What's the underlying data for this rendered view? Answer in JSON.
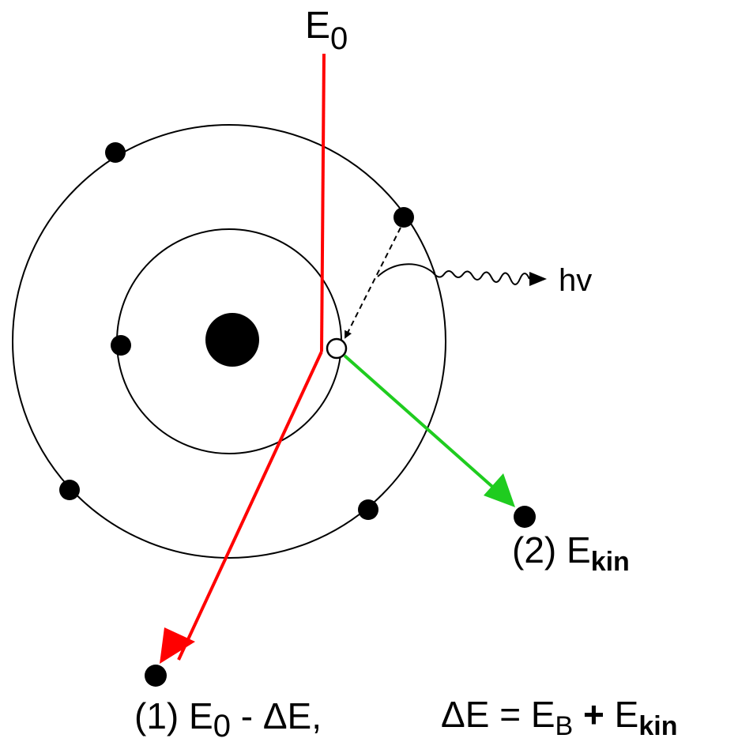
{
  "incident_label": {
    "base": "E",
    "sub": "0"
  },
  "photon_label": "hv",
  "scattered_label": {
    "prefix": "(1) ",
    "base": "E",
    "sub": "0",
    "suffix": " - ΔE,"
  },
  "ejected_label": {
    "prefix": "(2) ",
    "base": "E",
    "sub": "kin"
  },
  "equation": {
    "lhs": "ΔE = ",
    "term1_base": "E",
    "term1_sub": "B",
    "plus": " + ",
    "term2_base": "E",
    "term2_sub": "kin"
  },
  "colors": {
    "incident_path": "#ff0000",
    "ejected_path": "#1fcc1f",
    "orbits": "#000000",
    "particles": "#000000"
  }
}
